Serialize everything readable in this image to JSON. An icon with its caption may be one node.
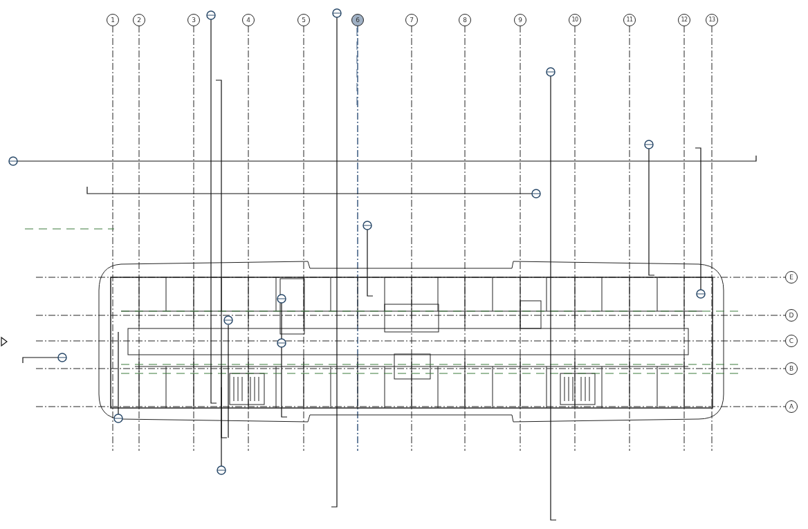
{
  "diagram": {
    "nodes": [
      {
        "text": [
          "1"
        ]
      },
      {
        "text": [
          "2"
        ]
      },
      {
        "text": [
          "3"
        ]
      },
      {
        "text": [
          "4"
        ]
      },
      {
        "text": [
          "5"
        ]
      },
      {
        "text": [
          "6"
        ]
      },
      {
        "text": [
          "7"
        ]
      },
      {
        "text": [
          "8"
        ]
      },
      {
        "text": [
          "9"
        ]
      },
      {
        "text": [
          "10"
        ]
      },
      {
        "text": [
          "11"
        ]
      },
      {
        "text": [
          "12"
        ]
      },
      {
        "text": [
          "13"
        ]
      },
      {
        "text": [
          "E"
        ]
      },
      {
        "text": [
          "D"
        ]
      },
      {
        "text": [
          "C"
        ]
      },
      {
        "text": [
          "B"
        ]
      },
      {
        "text": [
          "A"
        ]
      }
    ],
    "edges": []
  }
}
